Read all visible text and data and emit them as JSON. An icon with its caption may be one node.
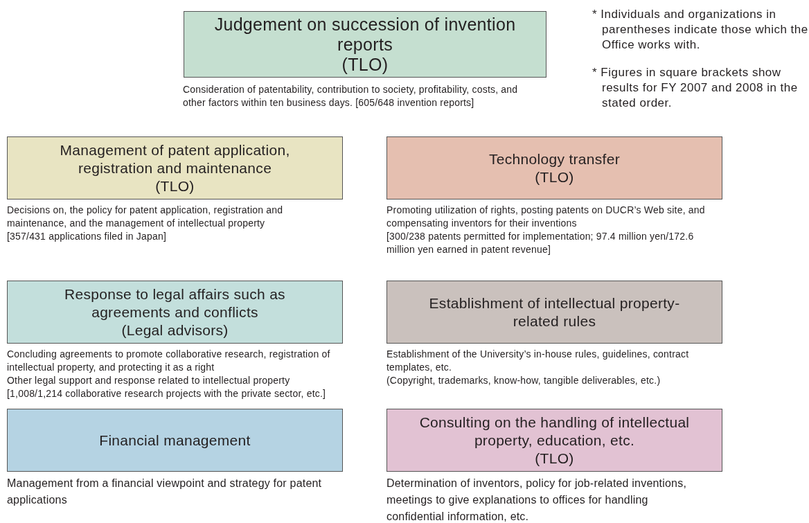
{
  "diagram": {
    "nodes": [
      {
        "text": [
          "Judgement on succession of invention reports",
          "(TLO)"
        ],
        "beside": [
          "Consideration of patentability,  contribution to society, profitability, costs, and other factors within ten business days. [605/648 invention reports]"
        ]
      },
      {
        "text": [
          "Management of patent application, registration and maintenance",
          "(TLO)"
        ],
        "beside": [
          "Decisions on, the policy for patent application, registration and maintenance, and the management of intellectual property",
          "[357/431 applications filed in Japan]"
        ]
      },
      {
        "text": [
          "Technology transfer",
          "(TLO)"
        ],
        "beside": [
          "Promoting utilization of rights, posting patents on DUCR’s Web site, and compensating inventors for their inventions",
          "[300/238 patents permitted for implementation; 97.4 million yen/172.6 million yen earned in patent revenue]"
        ]
      },
      {
        "text": [
          "Response to legal affairs such as agreements and conflicts",
          "(Legal advisors)"
        ],
        "beside": [
          "Concluding agreements to promote collaborative research, registration of intellectual property, and protecting it as a right",
          "Other legal support and response related to intellectual property",
          "[1,008/1,214 collaborative research projects with the private sector, etc.]"
        ]
      },
      {
        "text": [
          "Establishment of intellectual property-related rules"
        ],
        "beside": [
          "Establishment of the University’s in-house rules, guidelines, contract templates, etc.",
          "(Copyright, trademarks, know-how, tangible deliverables, etc.)"
        ]
      },
      {
        "text": [
          "Financial management"
        ],
        "beside": [
          "Management  from a financial viewpoint and strategy for patent applications"
        ]
      },
      {
        "text": [
          "Consulting on the handling of intellectual property, education, etc.",
          "(TLO)"
        ],
        "beside": [
          "Determination of inventors, policy for job-related inventions, meetings to give explanations to offices for handling confidential information, etc."
        ]
      }
    ],
    "labels": [
      "* Individuals and organizations in parentheses indicate those which the Office works with.",
      "* Figures in square brackets show results for FY 2007 and 2008 in the stated order."
    ]
  }
}
